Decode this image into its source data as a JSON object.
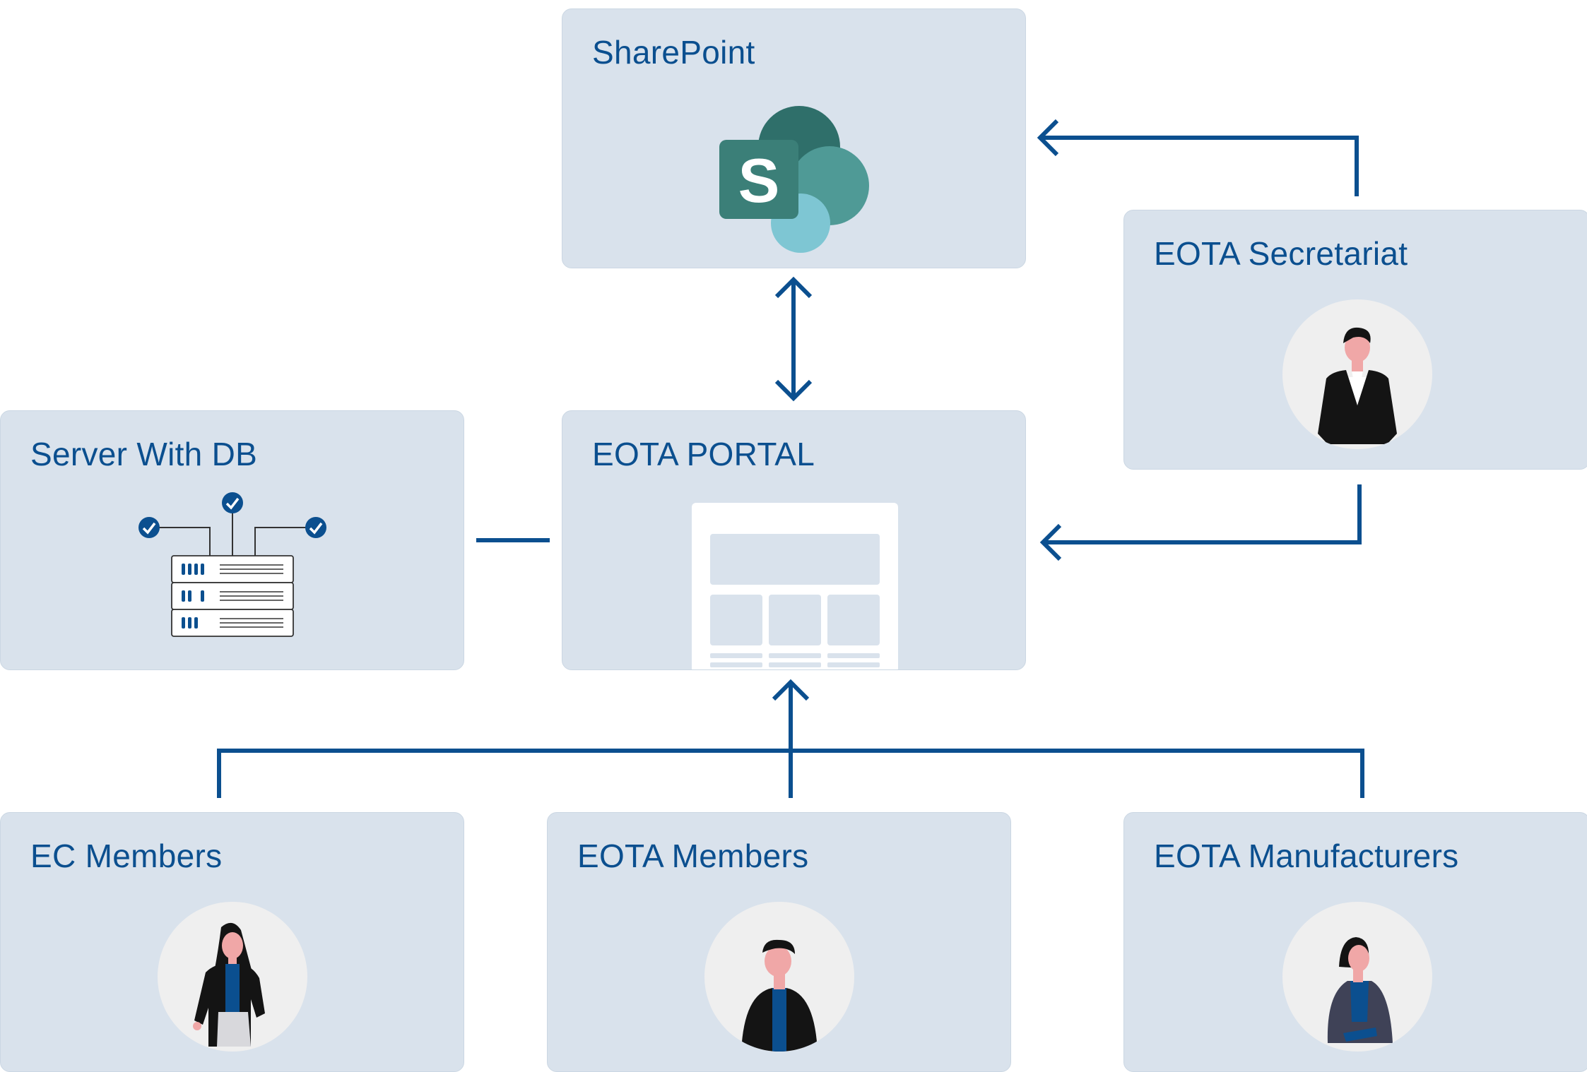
{
  "nodes": {
    "sharepoint": {
      "title": "SharePoint",
      "icon": "sharepoint-logo-icon"
    },
    "secretariat": {
      "title": "EOTA Secretariat",
      "icon": "person-suit-icon"
    },
    "server": {
      "title": "Server With DB",
      "icon": "server-database-icon"
    },
    "portal": {
      "title": "EOTA PORTAL",
      "icon": "web-page-icon"
    },
    "ec_members": {
      "title": "EC Members",
      "icon": "person-woman-icon"
    },
    "eota_members": {
      "title": "EOTA Members",
      "icon": "person-man-icon"
    },
    "manufacturers": {
      "title": "EOTA Manufacturers",
      "icon": "person-woman-icon"
    }
  },
  "edges": [
    {
      "from": "secretariat",
      "to": "sharepoint",
      "direction": "forward"
    },
    {
      "from": "sharepoint",
      "to": "portal",
      "direction": "both"
    },
    {
      "from": "secretariat",
      "to": "portal",
      "direction": "forward"
    },
    {
      "from": "server",
      "to": "portal",
      "direction": "none"
    },
    {
      "from": "ec_members",
      "to": "portal",
      "direction": "forward"
    },
    {
      "from": "eota_members",
      "to": "portal",
      "direction": "forward"
    },
    {
      "from": "manufacturers",
      "to": "portal",
      "direction": "forward"
    }
  ],
  "colors": {
    "box_fill": "#d9e2ec",
    "title_text": "#0b4f8f",
    "connector": "#0b4f8f",
    "avatar_bg": "#efefef"
  }
}
